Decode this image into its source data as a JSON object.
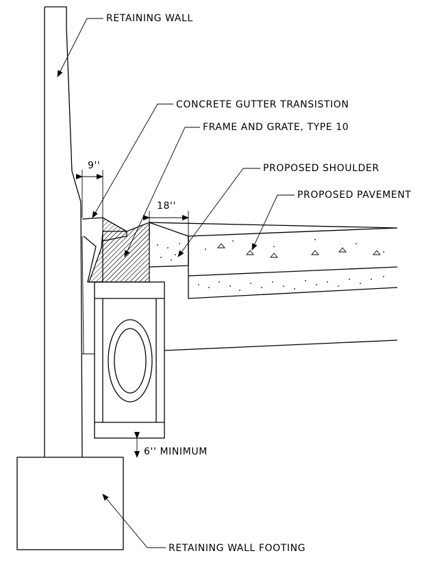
{
  "labels": {
    "retaining_wall": "RETAINING WALL",
    "concrete_gutter": "CONCRETE GUTTER TRANSISTION",
    "frame_grate": "FRAME AND GRATE, TYPE 10",
    "proposed_shoulder": "PROPOSED SHOULDER",
    "proposed_pavement": "PROPOSED PAVEMENT",
    "retaining_wall_footing": "RETAINING WALL FOOTING"
  },
  "dimensions": {
    "gutter_offset": "9''",
    "shoulder_offset": "18''",
    "minimum_clearance": "6'' MINIMUM"
  }
}
